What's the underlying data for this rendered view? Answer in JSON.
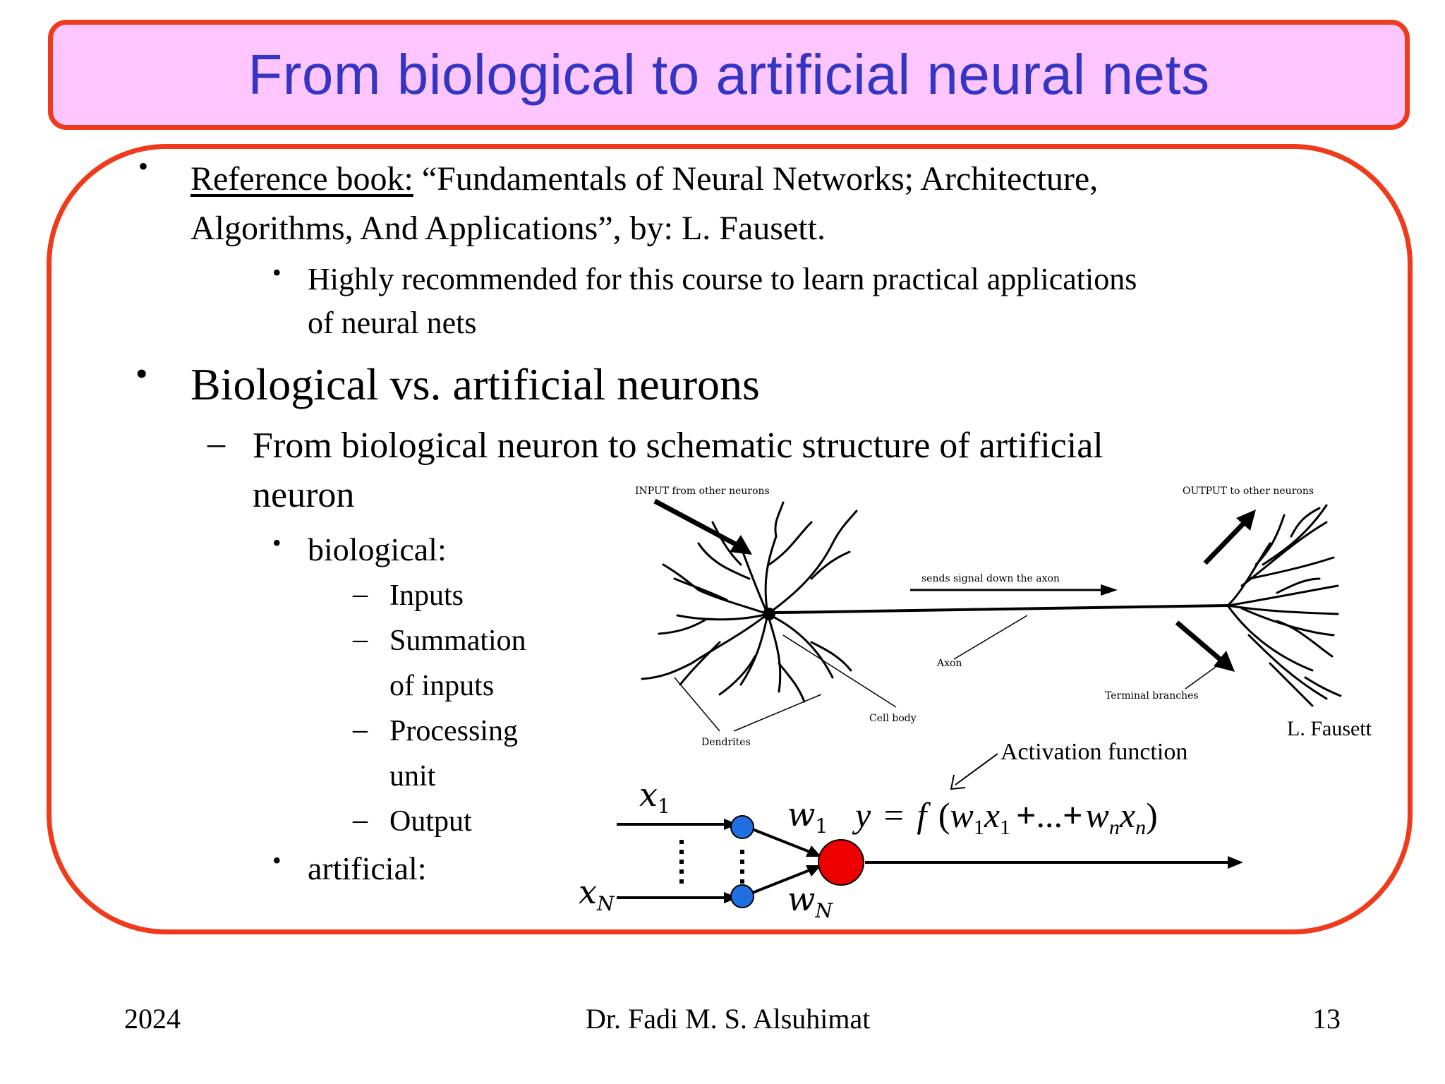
{
  "title": "From biological to artificial neural nets",
  "reference": {
    "label": "Reference book:",
    "text_line1": "“Fundamentals of Neural Networks; Architecture,",
    "text_line2": "Algorithms, And Applications”, by: L. Fausett.",
    "sub_line1": "Highly recommended for this course to learn practical applications",
    "sub_line2": "of neural nets"
  },
  "section": {
    "heading": "Biological vs. artificial neurons",
    "sub_line1": "From biological neuron to schematic structure of artificial",
    "sub_line2": "neuron",
    "biological_label": "biological:",
    "items": [
      "Inputs",
      "Summation",
      "of inputs",
      "Processing",
      "unit",
      "Output"
    ],
    "artificial_label": "artificial:"
  },
  "figure": {
    "input_label": "INPUT from other neurons",
    "output_label": "OUTPUT to other neurons",
    "signal_label": "sends signal down the axon",
    "axon_label": "Axon",
    "terminal_label": "Terminal branches",
    "cell_body_label": "Cell body",
    "dendrites_label": "Dendrites",
    "credit": "L. Fausett"
  },
  "schematic": {
    "activation_label": "Activation function",
    "x1": "x",
    "x1_sub": "1",
    "xN": "x",
    "xN_sub": "N",
    "w1": "w",
    "w1_sub": "1",
    "wN": "w",
    "wN_sub": "N",
    "eq_y": "y",
    "eq_eq": "=",
    "eq_f": "f",
    "eq_open": "(",
    "eq_w1": "w",
    "eq_w1_sub": "1",
    "eq_x1": "x",
    "eq_x1_sub": "1",
    "eq_plus1": "+",
    "eq_dots": "...",
    "eq_plus2": "+",
    "eq_wn": "w",
    "eq_wn_sub": "n",
    "eq_xn": "x",
    "eq_xn_sub": "n",
    "eq_close": ")",
    "colors": {
      "input_node": "#1f6fe0",
      "output_node": "#ee0000"
    }
  },
  "footer": {
    "year": "2024",
    "author": "Dr. Fadi M. S. Alsuhimat",
    "page": "13"
  }
}
